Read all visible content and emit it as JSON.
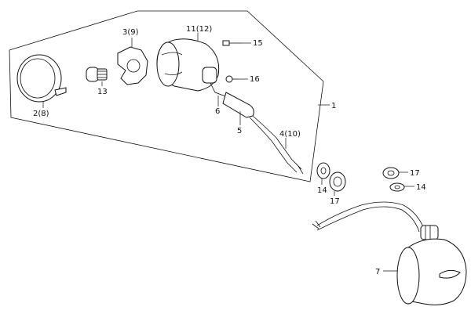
{
  "diagram": {
    "labels": {
      "p1": "1",
      "p2": "2(8)",
      "p3": "3(9)",
      "p4": "4(10)",
      "p5": "5",
      "p6": "6",
      "p7": "7",
      "p11": "11(12)",
      "p13": "13",
      "p14a": "14",
      "p14b": "14",
      "p15": "15",
      "p16": "16",
      "p17a": "17",
      "p17b": "17"
    },
    "colors": {
      "line": "#111111",
      "background": "#ffffff"
    }
  }
}
